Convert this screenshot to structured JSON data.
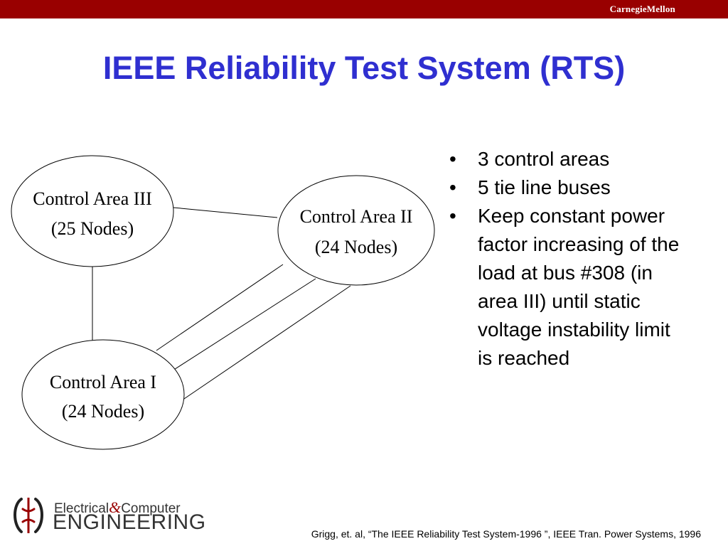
{
  "header": {
    "logo_text": "CarnegieMellon",
    "bar_color": "#990000"
  },
  "slide": {
    "title": "IEEE Reliability Test System (RTS)",
    "title_color": "#2f2fd0"
  },
  "diagram": {
    "nodes": [
      {
        "id": "area3",
        "line1": "Control Area III",
        "line2": "(25 Nodes)"
      },
      {
        "id": "area2",
        "line1": "Control Area II",
        "line2": "(24 Nodes)"
      },
      {
        "id": "area1",
        "line1": "Control Area I",
        "line2": "(24 Nodes)"
      }
    ],
    "links": [
      {
        "from": "area3",
        "to": "area2",
        "count": 1
      },
      {
        "from": "area3",
        "to": "area1",
        "count": 1
      },
      {
        "from": "area1",
        "to": "area2",
        "count": 3
      }
    ]
  },
  "bullets": [
    "3 control areas",
    "5 tie line buses",
    "Keep constant power factor increasing of the load at bus #308 (in area III) until static voltage instability limit is reached"
  ],
  "footer": {
    "logo_line1_a": "Electrical",
    "logo_amp": "&",
    "logo_line1_b": "Computer",
    "logo_line2": "ENGINEERING",
    "logo_accent_color": "#990000",
    "citation": "Grigg, et. al, “The IEEE Reliability Test System-1996 ”, IEEE Tran. Power Systems, 1996"
  }
}
